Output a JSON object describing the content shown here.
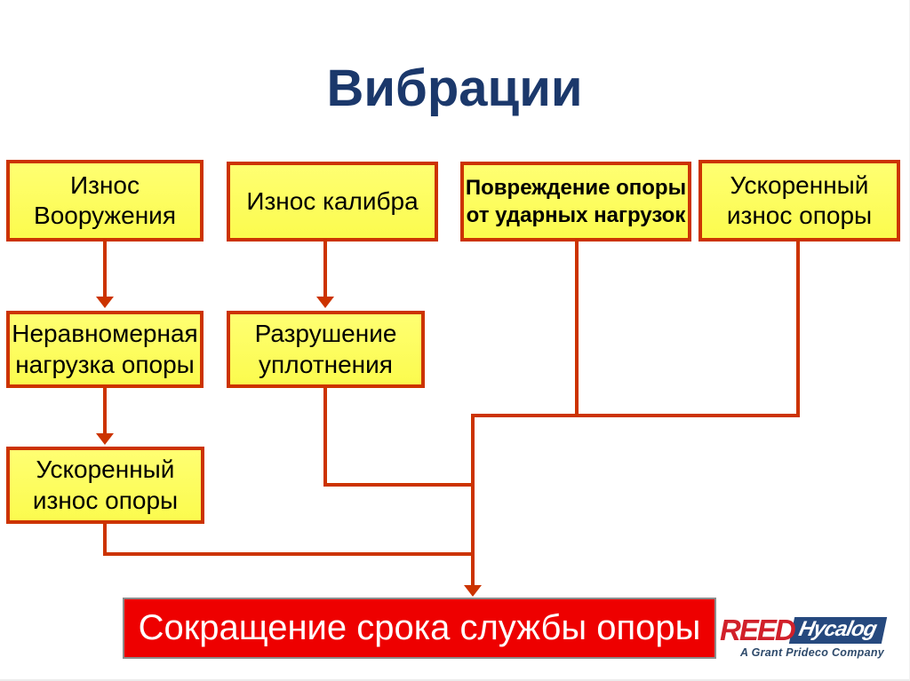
{
  "title": "Вибрации",
  "boxes": {
    "row1": [
      {
        "id": "wear_cutters",
        "label": "Износ\nВооружения"
      },
      {
        "id": "gauge_wear",
        "label": "Износ калибра"
      },
      {
        "id": "bearing_shock_damage",
        "label": "Повреждение опоры\nот ударных нагрузок"
      },
      {
        "id": "accelerated_bearing_wear_top",
        "label": "Ускоренный\nизнос опоры"
      }
    ],
    "row2": [
      {
        "id": "uneven_bearing_load",
        "label": "Неравномерная\nнагрузка опоры"
      },
      {
        "id": "seal_failure",
        "label": "Разрушение\nуплотнения"
      }
    ],
    "row3": [
      {
        "id": "accelerated_bearing_wear",
        "label": "Ускоренный\nизнос опоры"
      }
    ],
    "result": {
      "id": "reduced_bearing_life",
      "label": "Сокращение срока службы опоры"
    }
  },
  "edges": [
    {
      "from": "wear_cutters",
      "to": "uneven_bearing_load"
    },
    {
      "from": "gauge_wear",
      "to": "seal_failure"
    },
    {
      "from": "uneven_bearing_load",
      "to": "accelerated_bearing_wear"
    },
    {
      "from": "bearing_shock_damage",
      "to": "reduced_bearing_life"
    },
    {
      "from": "accelerated_bearing_wear_top",
      "to": "reduced_bearing_life"
    },
    {
      "from": "seal_failure",
      "to": "reduced_bearing_life"
    },
    {
      "from": "accelerated_bearing_wear",
      "to": "reduced_bearing_life"
    }
  ],
  "logo": {
    "reed": "REED",
    "hycalog": "Hycalog",
    "tagline": "A Grant Prideco Company"
  },
  "colors": {
    "accent_line": "#CC3300",
    "box_fill": "#FCFC55",
    "title_text": "#1B386B",
    "result_fill": "#EE0000",
    "result_border": "#8C8C8C",
    "logo_red": "#D1202A",
    "logo_blue": "#26497E"
  }
}
